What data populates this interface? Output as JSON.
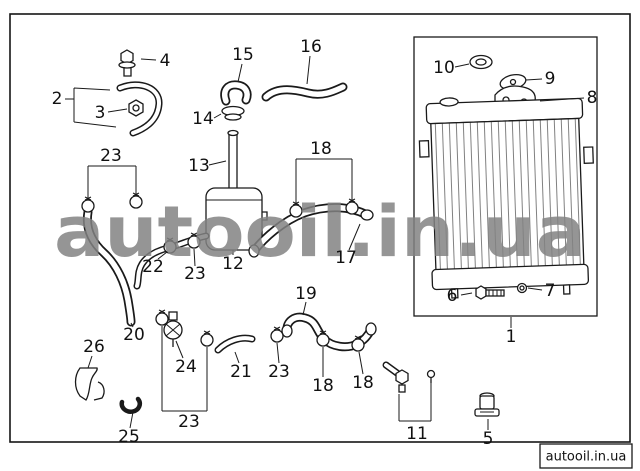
{
  "watermark": {
    "text": "autooil.in.ua"
  },
  "footer": {
    "label": "autooil.in.ua"
  },
  "callouts": [
    {
      "label": "4"
    },
    {
      "label": "2"
    },
    {
      "label": "3"
    },
    {
      "label": "15"
    },
    {
      "label": "16"
    },
    {
      "label": "14"
    },
    {
      "label": "13"
    },
    {
      "label": "23"
    },
    {
      "label": "18"
    },
    {
      "label": "22"
    },
    {
      "label": "23"
    },
    {
      "label": "12"
    },
    {
      "label": "17"
    },
    {
      "label": "10"
    },
    {
      "label": "9"
    },
    {
      "label": "8"
    },
    {
      "label": "6"
    },
    {
      "label": "7"
    },
    {
      "label": "1"
    },
    {
      "label": "19"
    },
    {
      "label": "20"
    },
    {
      "label": "26"
    },
    {
      "label": "24"
    },
    {
      "label": "21"
    },
    {
      "label": "23"
    },
    {
      "label": "18"
    },
    {
      "label": "18"
    },
    {
      "label": "23"
    },
    {
      "label": "25"
    },
    {
      "label": "11"
    },
    {
      "label": "5"
    }
  ]
}
